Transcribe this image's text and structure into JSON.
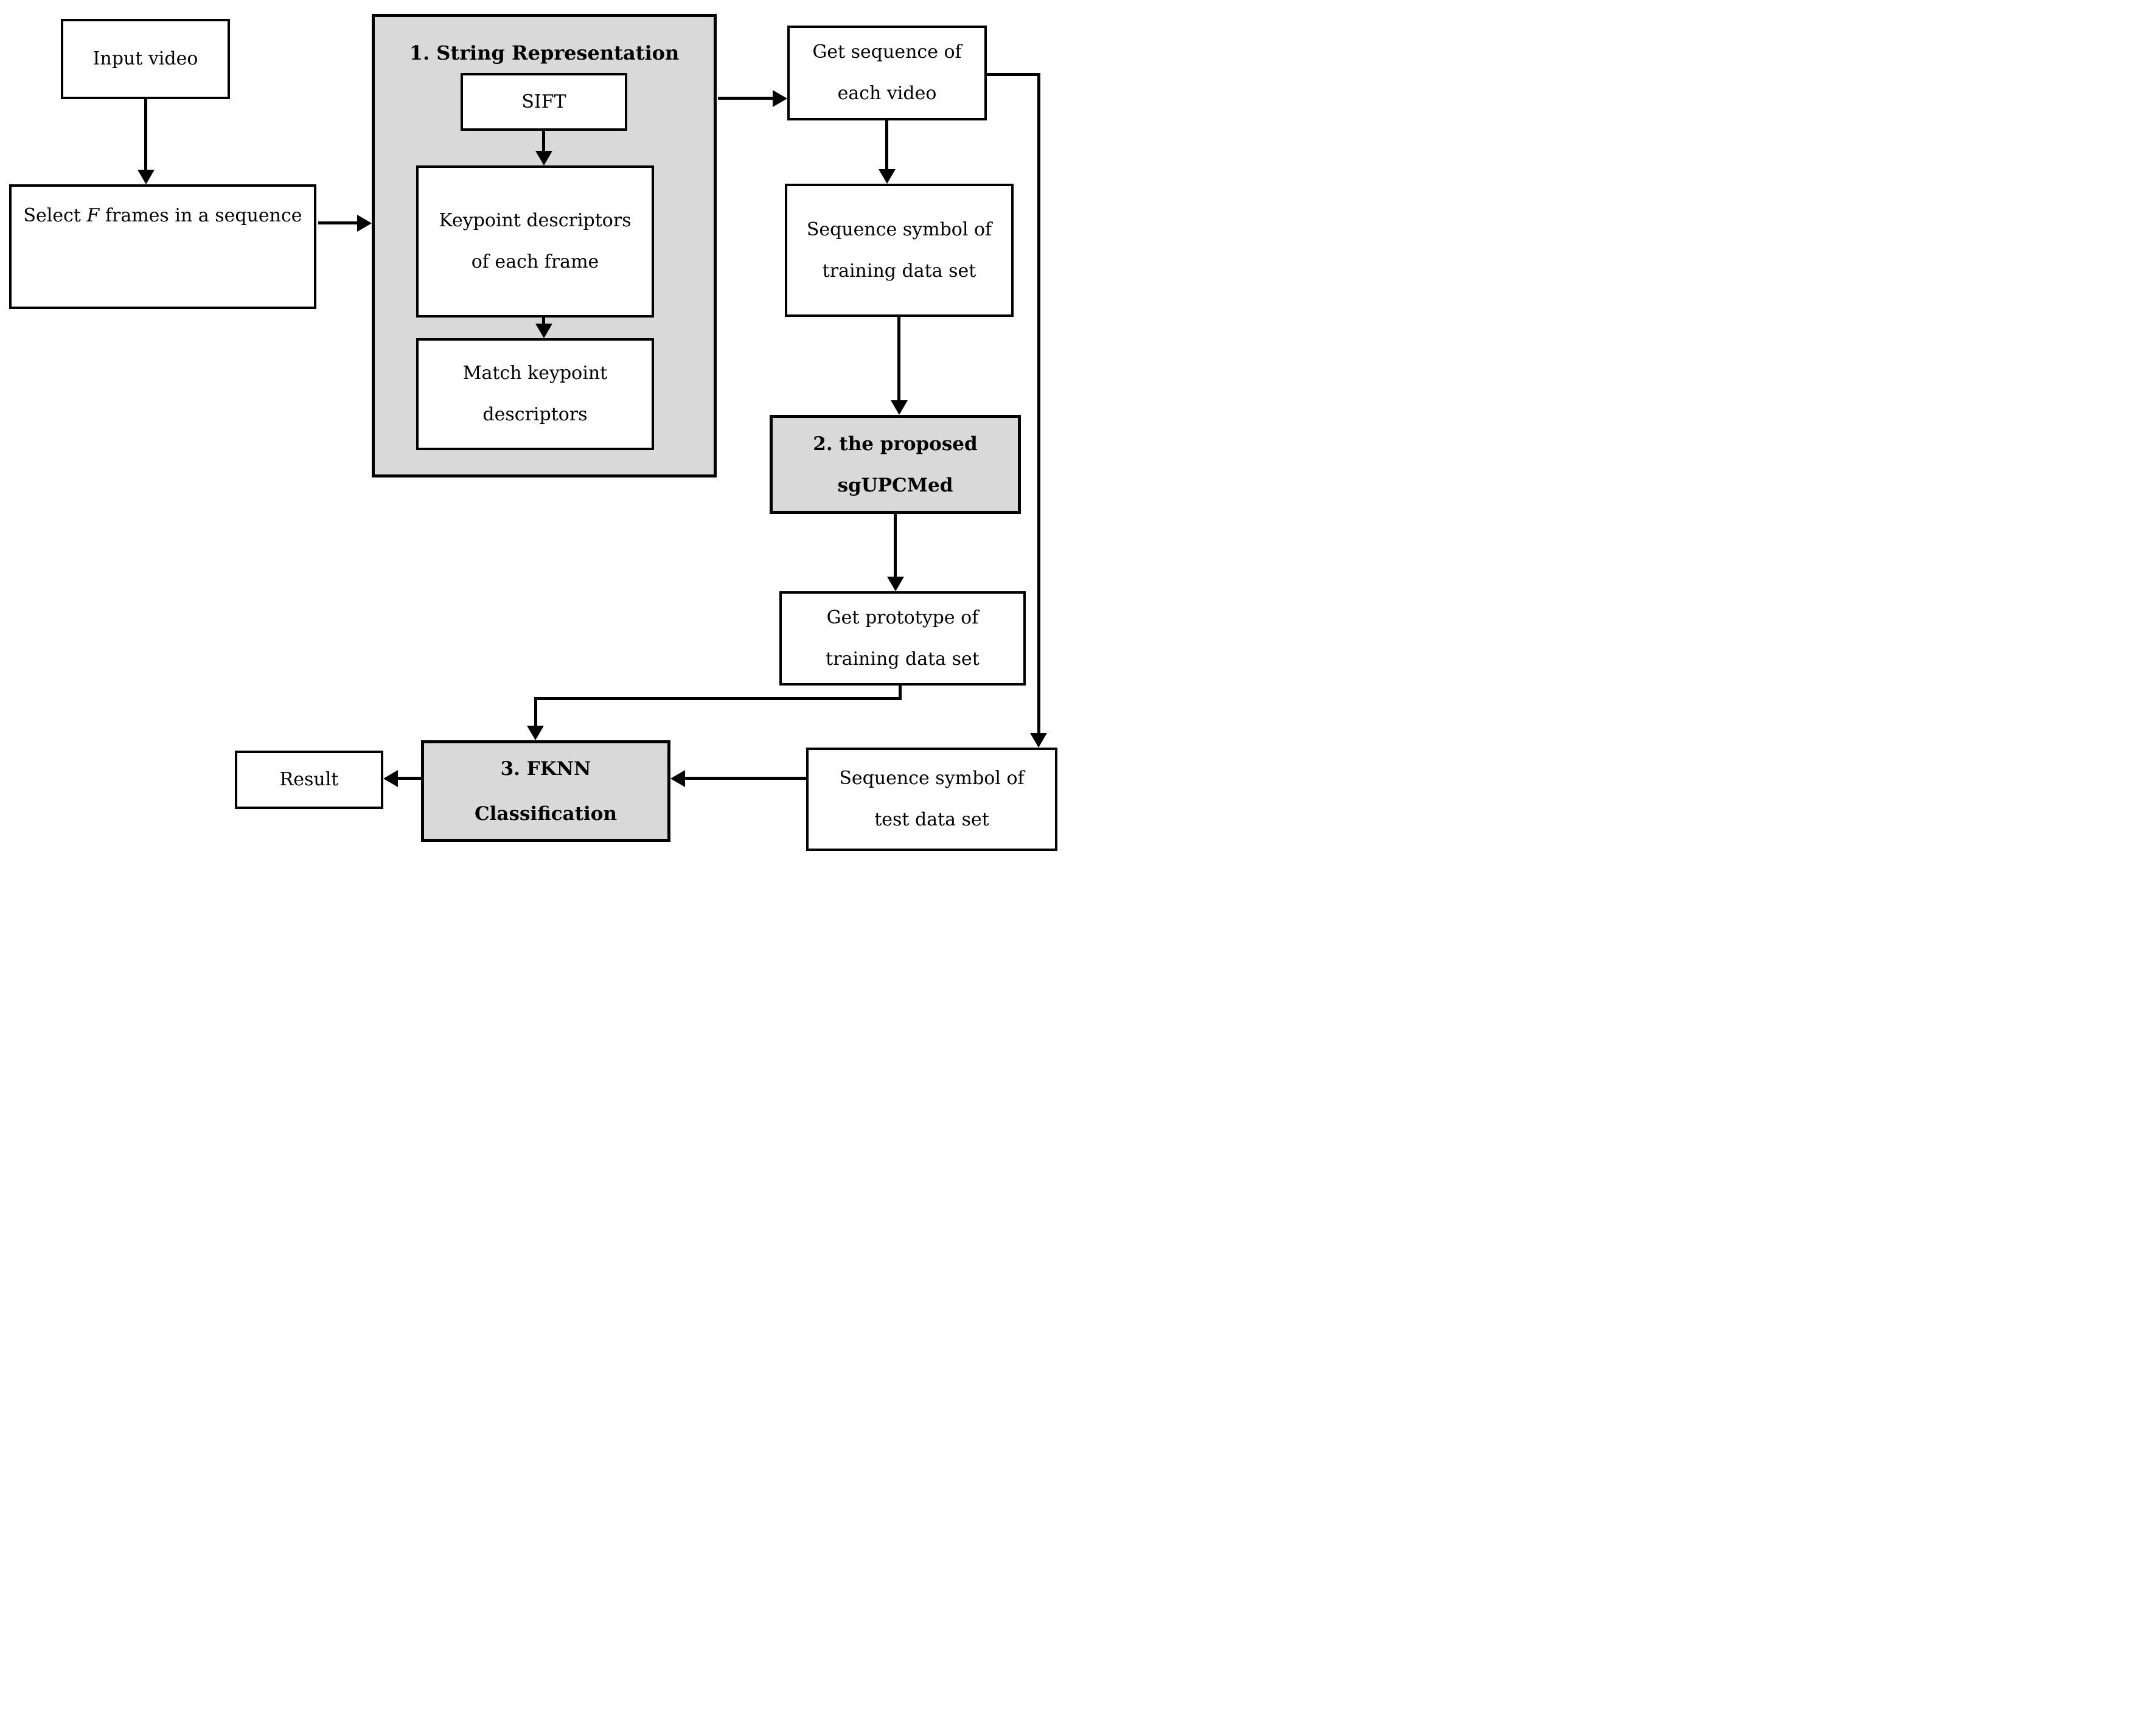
{
  "figure": {
    "background": "#ffffff",
    "line_color": "#000000",
    "panel_fill": "#d9d9d9"
  },
  "nodes": {
    "input_video": {
      "label": "Input video"
    },
    "select_frames": {
      "prefix": "Select ",
      "emph": "F",
      "suffix": " frames in a sequence"
    },
    "string_representation": {
      "title": "1. String Representation"
    },
    "sift": {
      "label": "SIFT"
    },
    "keypoint_descriptors": {
      "line1": "Keypoint descriptors",
      "line2": "of each frame"
    },
    "match_keypoint": {
      "line1": "Match keypoint",
      "line2": "descriptors"
    },
    "get_sequence": {
      "line1": "Get sequence of",
      "line2": "each video"
    },
    "sequence_symbol_training": {
      "line1": "Sequence symbol of",
      "line2": "training data set"
    },
    "sgupcmed": {
      "line1": "2. the proposed",
      "line2": "sgUPCMed"
    },
    "get_prototype": {
      "line1": "Get prototype of",
      "line2": "training data set"
    },
    "fknn": {
      "line1": "3. FKNN",
      "line2": "Classification"
    },
    "result": {
      "label": "Result"
    },
    "sequence_symbol_test": {
      "line1": "Sequence symbol of",
      "line2": "test data set"
    }
  }
}
